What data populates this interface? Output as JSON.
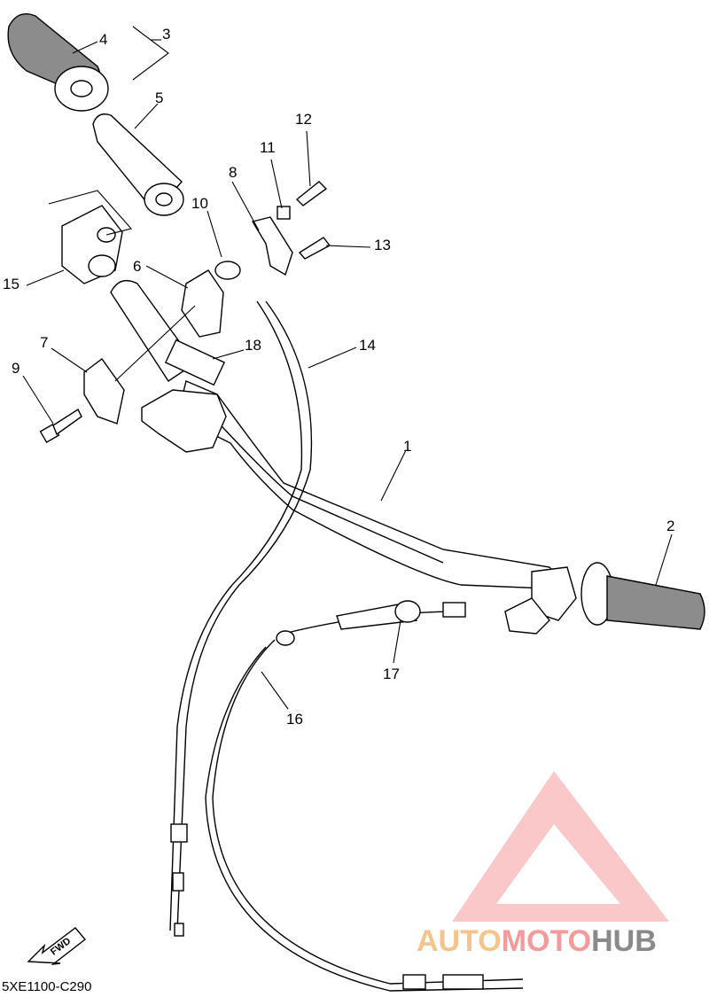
{
  "callouts": [
    "1",
    "2",
    "3",
    "4",
    "5",
    "6",
    "7",
    "8",
    "9",
    "10",
    "11",
    "12",
    "13",
    "14",
    "15",
    "16",
    "17",
    "18"
  ],
  "diagram_code": "5XE1100-C290",
  "fwd_label": "FWD",
  "watermark": {
    "word_part1": "AUTO",
    "word_part2": "MOTO",
    "word_part3": "HUB",
    "colors": {
      "part1": "#f6c48a",
      "part2": "#f59a9a",
      "part3": "#8a8a8a",
      "logo": "#f59a9a"
    }
  }
}
